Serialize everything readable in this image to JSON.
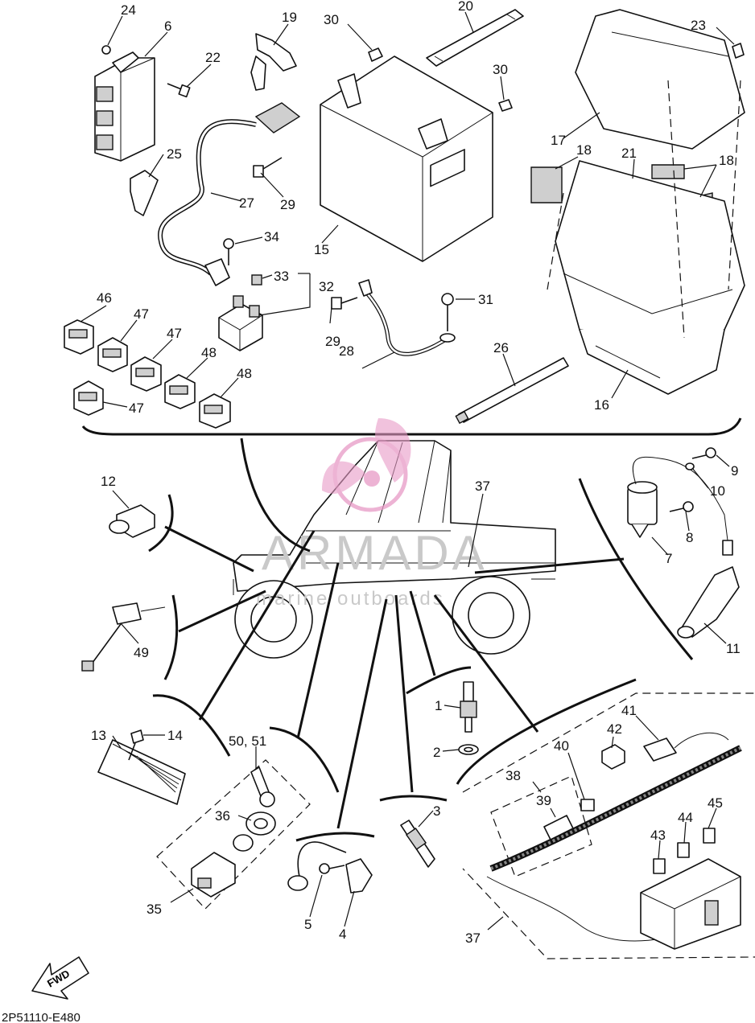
{
  "diagram_code": "2P51110-E480",
  "fwd_label": "FWD",
  "watermark": {
    "brand": "ARMADA",
    "tagline": "marine outboards",
    "color": "#e79ac6"
  },
  "callouts": [
    {
      "id": "c24",
      "text": "24"
    },
    {
      "id": "c6",
      "text": "6"
    },
    {
      "id": "c22",
      "text": "22"
    },
    {
      "id": "c19",
      "text": "19"
    },
    {
      "id": "c30a",
      "text": "30"
    },
    {
      "id": "c20",
      "text": "20"
    },
    {
      "id": "c30b",
      "text": "30"
    },
    {
      "id": "c23",
      "text": "23"
    },
    {
      "id": "c25",
      "text": "25"
    },
    {
      "id": "c27",
      "text": "27"
    },
    {
      "id": "c29a",
      "text": "29"
    },
    {
      "id": "c15",
      "text": "15"
    },
    {
      "id": "c17",
      "text": "17"
    },
    {
      "id": "c18a",
      "text": "18"
    },
    {
      "id": "c21",
      "text": "21"
    },
    {
      "id": "c18b",
      "text": "18"
    },
    {
      "id": "c34",
      "text": "34"
    },
    {
      "id": "c33",
      "text": "33"
    },
    {
      "id": "c32",
      "text": "32"
    },
    {
      "id": "c46",
      "text": "46"
    },
    {
      "id": "c47a",
      "text": "47"
    },
    {
      "id": "c47b",
      "text": "47"
    },
    {
      "id": "c48a",
      "text": "48"
    },
    {
      "id": "c48b",
      "text": "48"
    },
    {
      "id": "c47c",
      "text": "47"
    },
    {
      "id": "c29b",
      "text": "29"
    },
    {
      "id": "c31",
      "text": "31"
    },
    {
      "id": "c28",
      "text": "28"
    },
    {
      "id": "c26",
      "text": "26"
    },
    {
      "id": "c16",
      "text": "16"
    },
    {
      "id": "c12",
      "text": "12"
    },
    {
      "id": "c37a",
      "text": "37"
    },
    {
      "id": "c9",
      "text": "9"
    },
    {
      "id": "c10",
      "text": "10"
    },
    {
      "id": "c8",
      "text": "8"
    },
    {
      "id": "c7",
      "text": "7"
    },
    {
      "id": "c49",
      "text": "49"
    },
    {
      "id": "c11",
      "text": "11"
    },
    {
      "id": "c1",
      "text": "1"
    },
    {
      "id": "c2",
      "text": "2"
    },
    {
      "id": "c41",
      "text": "41"
    },
    {
      "id": "c13",
      "text": "13"
    },
    {
      "id": "c14",
      "text": "14"
    },
    {
      "id": "c5051",
      "text": "50, 51"
    },
    {
      "id": "c42",
      "text": "42"
    },
    {
      "id": "c40",
      "text": "40"
    },
    {
      "id": "c38",
      "text": "38"
    },
    {
      "id": "c39",
      "text": "39"
    },
    {
      "id": "c3",
      "text": "3"
    },
    {
      "id": "c36",
      "text": "36"
    },
    {
      "id": "c45",
      "text": "45"
    },
    {
      "id": "c44",
      "text": "44"
    },
    {
      "id": "c43",
      "text": "43"
    },
    {
      "id": "c35",
      "text": "35"
    },
    {
      "id": "c5",
      "text": "5"
    },
    {
      "id": "c4",
      "text": "4"
    },
    {
      "id": "c37b",
      "text": "37"
    }
  ]
}
